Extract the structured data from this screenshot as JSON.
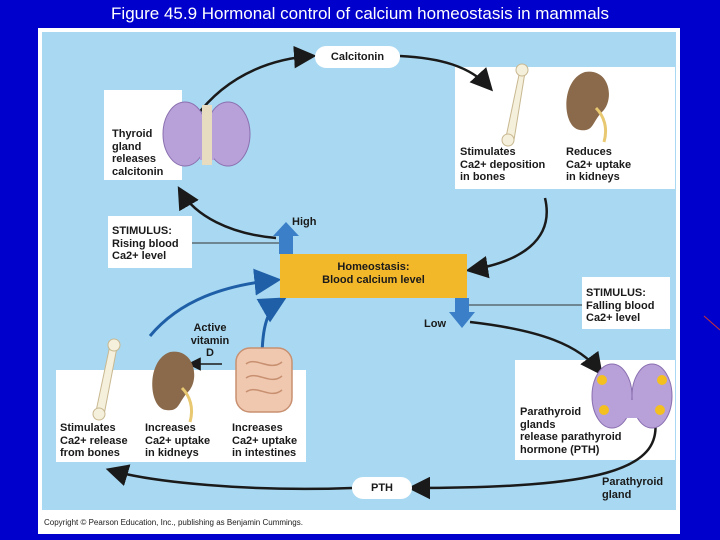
{
  "title": "Figure 45.9  Hormonal control of calcium homeostasis in mammals",
  "labels": {
    "calcitonin": "Calcitonin",
    "thyroid": [
      "Thyroid",
      "gland",
      "releases",
      "calcitonin"
    ],
    "stimulates_deposition": [
      "Stimulates",
      "Ca2+ deposition",
      "in bones"
    ],
    "reduces_uptake": [
      "Reduces",
      "Ca2+ uptake",
      "in kidneys"
    ],
    "stimulus_rising": [
      "STIMULUS:",
      "Rising blood",
      "Ca2+ level"
    ],
    "high": "High",
    "homeostasis_title": "Homeostasis:",
    "homeostasis_sub": "Blood calcium level",
    "stimulus_falling": [
      "STIMULUS:",
      "Falling blood",
      "Ca2+ level"
    ],
    "low": "Low",
    "vitamin_d": [
      "Active",
      "vitamin",
      "D"
    ],
    "stimulates_release": [
      "Stimulates",
      "Ca2+ release",
      "from bones"
    ],
    "increases_kidney": [
      "Increases",
      "Ca2+ uptake",
      "in kidneys"
    ],
    "increases_intestine": [
      "Increases",
      "Ca2+ uptake",
      "in intestines"
    ],
    "parathyroid": [
      "Parathyroid",
      "glands",
      "release parathyroid",
      "hormone (PTH)"
    ],
    "pth": "PTH",
    "parathyroid_gland": [
      "Parathyroid",
      "gland"
    ],
    "copyright": "Copyright © Pearson Education, Inc., publishing as Benjamin Cummings."
  },
  "colors": {
    "background": "#0000cc",
    "diagram_bg": "#a9d9f2",
    "homeostasis_box": "#f3b72a",
    "arrow_dark": "#1a1a1a",
    "arrow_blue": "#1f5fa8",
    "thyroid": "#b8a0d8",
    "kidney": "#8a6a4a",
    "bone": "#f5f0dc",
    "intestine": "#f0c8b0",
    "parathyroid_dot": "#f3c020"
  }
}
